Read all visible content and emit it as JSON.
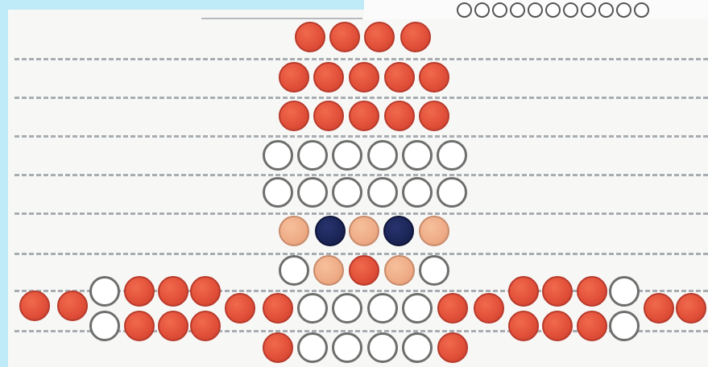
{
  "colors": {
    "background": "#bfeaf7",
    "paper": "#f7f7f6",
    "red_bead": "#e2503a",
    "white_bead": "#ffffff",
    "skin_bead": "#eeab86",
    "navy_bead": "#1b2556",
    "grid_line": "#8e959c"
  },
  "pattern": {
    "bead_types": [
      "red",
      "white",
      "skin",
      "navy"
    ],
    "icon_names": [
      "bead-circle-icon",
      "bead-counter-icon"
    ]
  }
}
